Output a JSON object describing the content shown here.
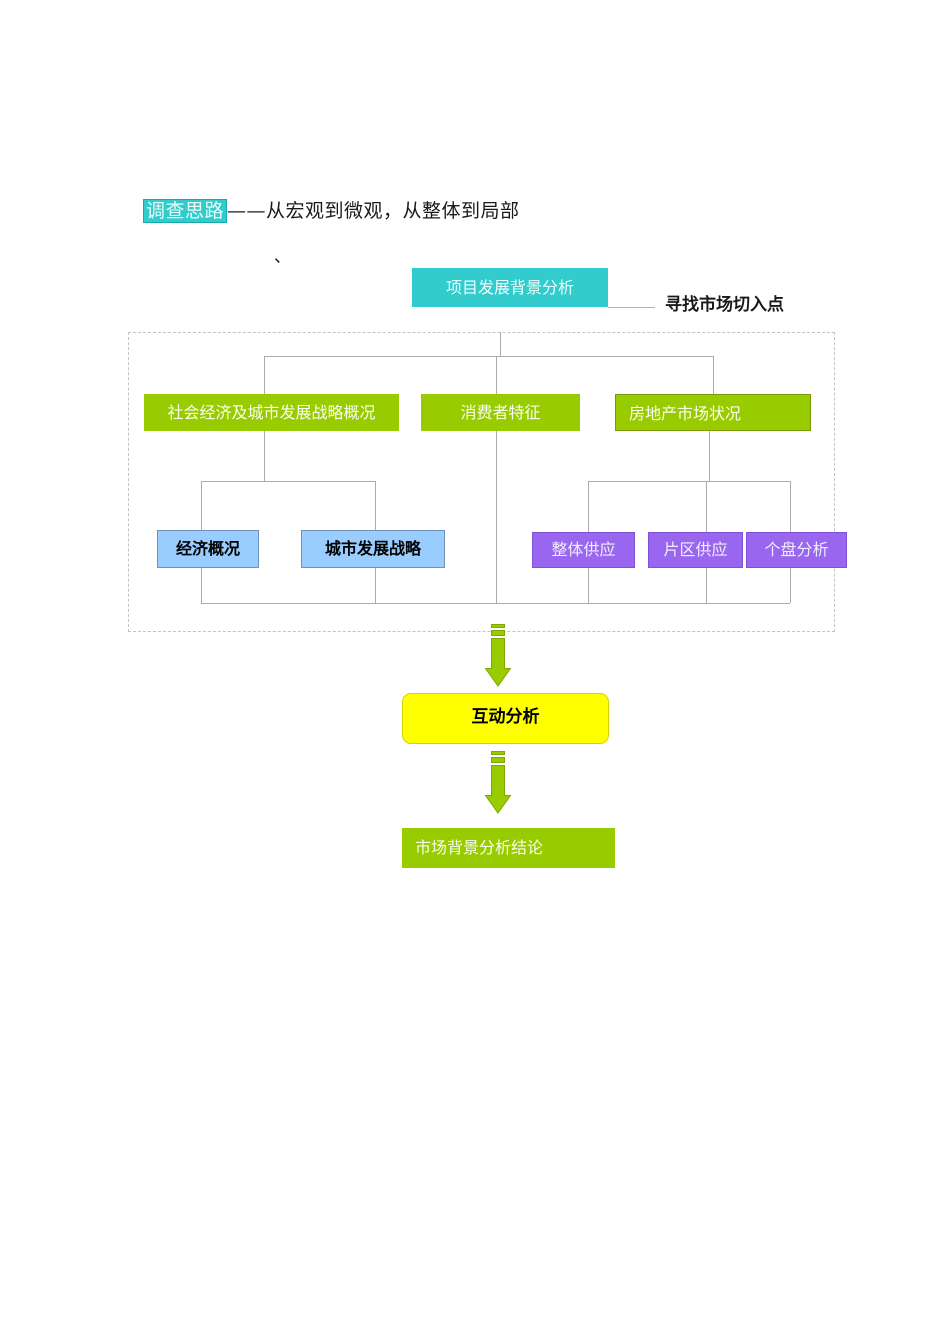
{
  "document": {
    "heading": {
      "highlight": "调查思路",
      "rest": "——从宏观到微观，从整体到局部"
    },
    "stray_mark": "、",
    "annotation": "寻找市场切入点"
  },
  "flowchart": {
    "root": {
      "label": "项目发展背景分析"
    },
    "branches": [
      {
        "label": "社会经济及城市发展战略概况"
      },
      {
        "label": "消费者特征"
      },
      {
        "label": "房地产市场状况"
      }
    ],
    "society_children": [
      {
        "label": "经济概况"
      },
      {
        "label": "城市发展战略"
      }
    ],
    "market_children": [
      {
        "label": "整体供应"
      },
      {
        "label": "片区供应"
      },
      {
        "label": "个盘分析"
      }
    ],
    "interaction": {
      "label": "互动分析"
    },
    "conclusion": {
      "label": "市场背景分析结论"
    }
  },
  "colors": {
    "teal": "#33CCCC",
    "lime_green": "#99CC00",
    "light_blue": "#99CCFF",
    "purple": "#9966F0",
    "yellow": "#FFFF00",
    "connector_gray": "#ababab",
    "dashed_border_gray": "#c3c3c3",
    "arrow_green": "#99CC00"
  }
}
